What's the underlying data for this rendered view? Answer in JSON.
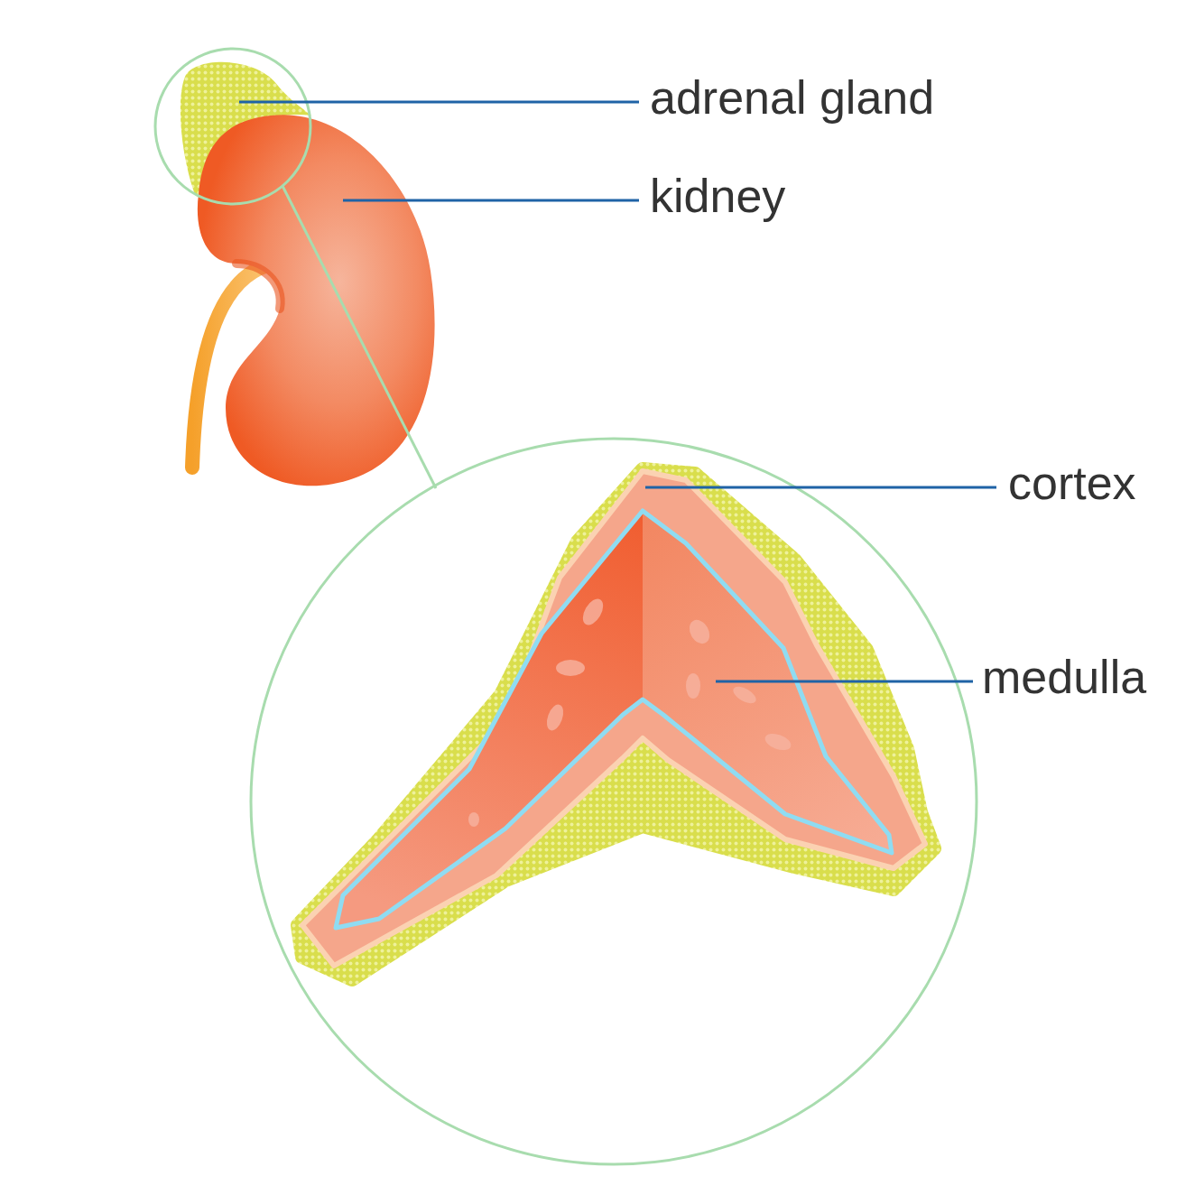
{
  "diagram": {
    "labels": [
      "adrenal gland",
      "kidney",
      "cortex",
      "medulla"
    ]
  }
}
